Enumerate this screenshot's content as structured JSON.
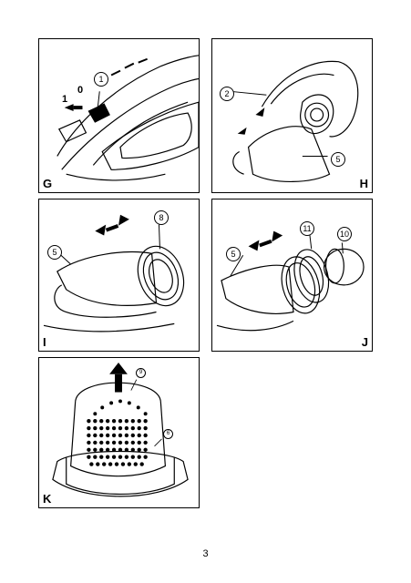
{
  "panels": {
    "G": {
      "letter": "G",
      "callout_1": "1",
      "switch_1": "1",
      "switch_0": "0"
    },
    "H": {
      "letter": "H",
      "callout_2": "2",
      "callout_5": "5"
    },
    "I": {
      "letter": "I",
      "callout_5": "5",
      "callout_8": "8"
    },
    "J": {
      "letter": "J",
      "callout_5": "5",
      "callout_11": "11",
      "callout_10": "10"
    },
    "K": {
      "letter": "K",
      "callout_9": "9",
      "callout_6": "6"
    }
  },
  "page_number": "3"
}
